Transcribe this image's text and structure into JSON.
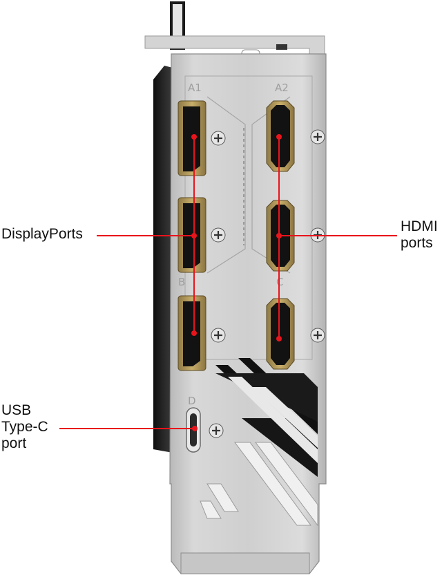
{
  "labels": {
    "displayports": "DisplayPorts",
    "hdmi": [
      "HDMI",
      "ports"
    ],
    "usb": [
      "USB",
      "Type-C",
      "port"
    ]
  },
  "port_markings": {
    "dp_top": "A1",
    "hdmi_top": "A2",
    "dp_bottom": "B",
    "hdmi_bottom": "C",
    "usb": "D"
  },
  "colors": {
    "callout": "#e8141c",
    "bracket": "#c9c9c9",
    "port_gold": "#b89a55",
    "port_inner": "#121212",
    "cooler": "#1c1c1c"
  }
}
